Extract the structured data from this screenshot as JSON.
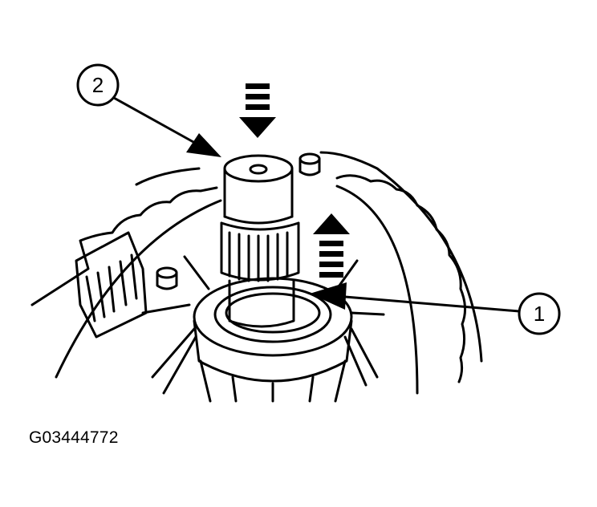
{
  "figure": {
    "callouts": [
      {
        "id": "callout-2",
        "label": "2"
      },
      {
        "id": "callout-1",
        "label": "1"
      }
    ],
    "caption": "G03444772",
    "colors": {
      "line": "#000000",
      "background": "#ffffff"
    }
  }
}
